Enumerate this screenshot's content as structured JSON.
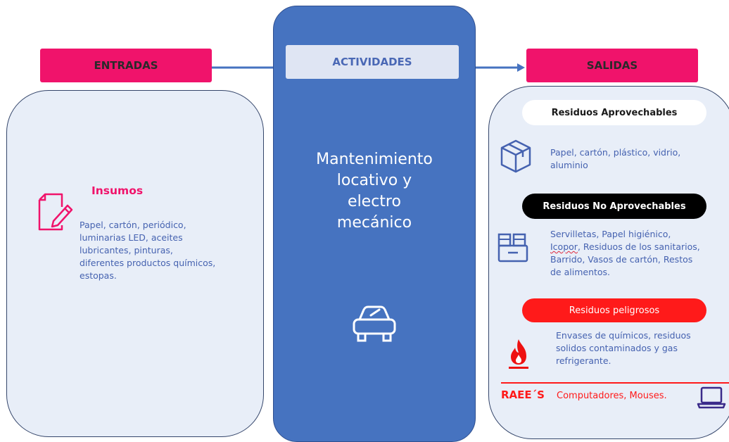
{
  "entradas": {
    "header": "ENTRADAS",
    "section_title": "Insumos",
    "lines": [
      "Papel, cartón, periódico,",
      "luminarias LED, aceites",
      "lubricantes, pinturas,",
      "diferentes productos químicos,",
      "estopas."
    ]
  },
  "actividades": {
    "header": "ACTIVIDADES",
    "title_lines": [
      "Mantenimiento",
      "locativo y",
      "electro",
      "mecánico"
    ]
  },
  "salidas": {
    "header": "SALIDAS",
    "aprovechables": {
      "label": "Residuos Aprovechables",
      "lines": [
        "Papel, cartón, plástico, vidrio,",
        "aluminio"
      ]
    },
    "no_aprovechables": {
      "label": "Residuos No Aprovechables",
      "line1": "Servilletas, Papel higiénico,",
      "line2_word": "Icopor",
      "line2_rest": ", Residuos de los sanitarios,",
      "line3": "Barrido, Vasos de cartón, Restos",
      "line4": "de alimentos."
    },
    "peligrosos": {
      "label": "Residuos peligrosos",
      "lines": [
        "Envases de químicos, residuos",
        "solidos contaminados y gas",
        "refrigerante."
      ]
    },
    "raee": {
      "label": "RAEE´S",
      "text": "Computadores, Mouses."
    }
  },
  "icons": [
    "document-edit-icon",
    "box-icon",
    "trash-bins-icon",
    "fire-hazard-icon",
    "laptop-icon",
    "car-icon"
  ],
  "colors": {
    "magenta": "#f0136b",
    "blue": "#4673c0",
    "text_blue": "#4562b0",
    "red": "#ff1a1a",
    "panel": "#e8eef8"
  }
}
